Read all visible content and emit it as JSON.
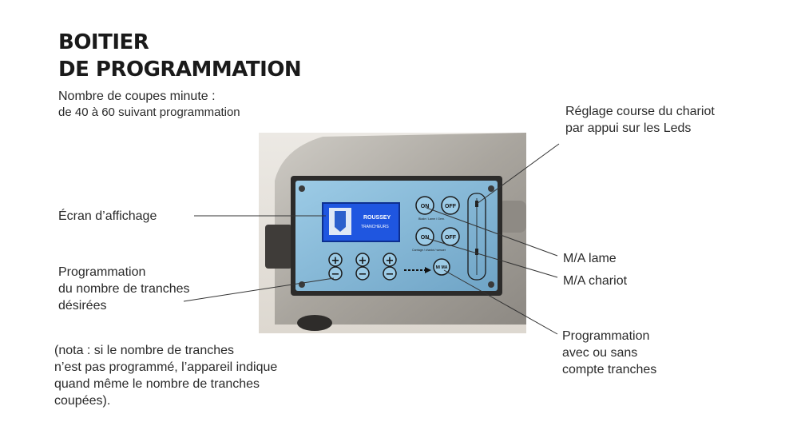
{
  "title_line1": "BOITIER",
  "title_line2": "DE PROGRAMMATION",
  "subtitle_line1": "Nombre de coupes minute :",
  "subtitle_line2": "de 40 à 60 suivant programmation",
  "left_labels": {
    "screen": "Écran d’affichage",
    "slices_line1": "Programmation",
    "slices_line2": "du nombre de tranches",
    "slices_line3": "désirées"
  },
  "note": {
    "line1": "(nota : si le nombre de tranches",
    "line2": "n’est pas programmé, l’appareil indique",
    "line3": "quand même le nombre de tranches",
    "line4": "coupées)."
  },
  "right_labels": {
    "stroke_line1": "Réglage course du chariot",
    "stroke_line2": "par appui sur les Leds",
    "blade": "M/A lame",
    "carriage": "M/A chariot",
    "count_line1": "Programmation",
    "count_line2": "avec ou sans",
    "count_line3": "compte tranches"
  },
  "panel": {
    "brand": "ROUSSEY",
    "brand_sub": "TRANCHEURS",
    "on_label": "ON",
    "off_label": "OFF",
    "row1_caption": "Blade / Lame / Gem.",
    "row2_caption": "Carriage / chariot / wesser",
    "ma_label": "M/ MA",
    "plus": "+",
    "minus": "−"
  },
  "colors": {
    "panel": "#86b9d6",
    "screen": "#1f56e0",
    "metal": "#b9b6b0"
  }
}
